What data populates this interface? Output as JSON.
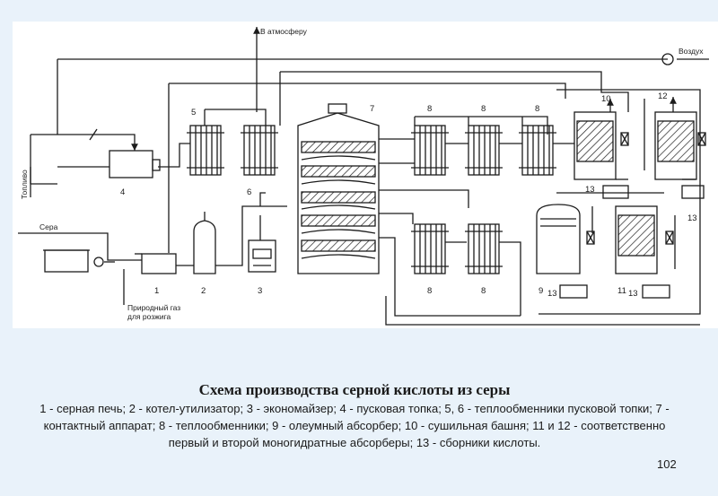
{
  "slide": {
    "title": "Схема производства серной кислоты из серы",
    "legend": "1 - серная печь; 2 - котел-утилизатор; 3 - экономайзер; 4 - пусковая топка; 5, 6 - теплообменники пусковой топки; 7 - контактный аппарат; 8 - теплообменники; 9 - олеумный абсорбер; 10 - сушильная башня; 11 и 12 - соответственно первый и второй моногидратные абсорберы; 13 - сборники кислоты.",
    "page_number": "102"
  },
  "diagram": {
    "labels": {
      "atmosphere": "В атмосферу",
      "air": "Воздух",
      "fuel": "Топливо",
      "sulfur": "Сера",
      "gas_line1": "Природный газ",
      "gas_line2": "для розжига"
    },
    "numbers": {
      "n1": "1",
      "n2": "2",
      "n3": "3",
      "n4": "4",
      "n5": "5",
      "n6": "6",
      "n7": "7",
      "n8a": "8",
      "n8b": "8",
      "n8c": "8",
      "n8d": "8",
      "n8e": "8",
      "n9": "9",
      "n10": "10",
      "n11": "11",
      "n12": "12",
      "n13a": "13",
      "n13b": "13",
      "n13c": "13",
      "n13d": "13"
    },
    "line_color": "#1c1c1c",
    "background_color": "#ffffff",
    "page_color": "#e9f2fa"
  }
}
